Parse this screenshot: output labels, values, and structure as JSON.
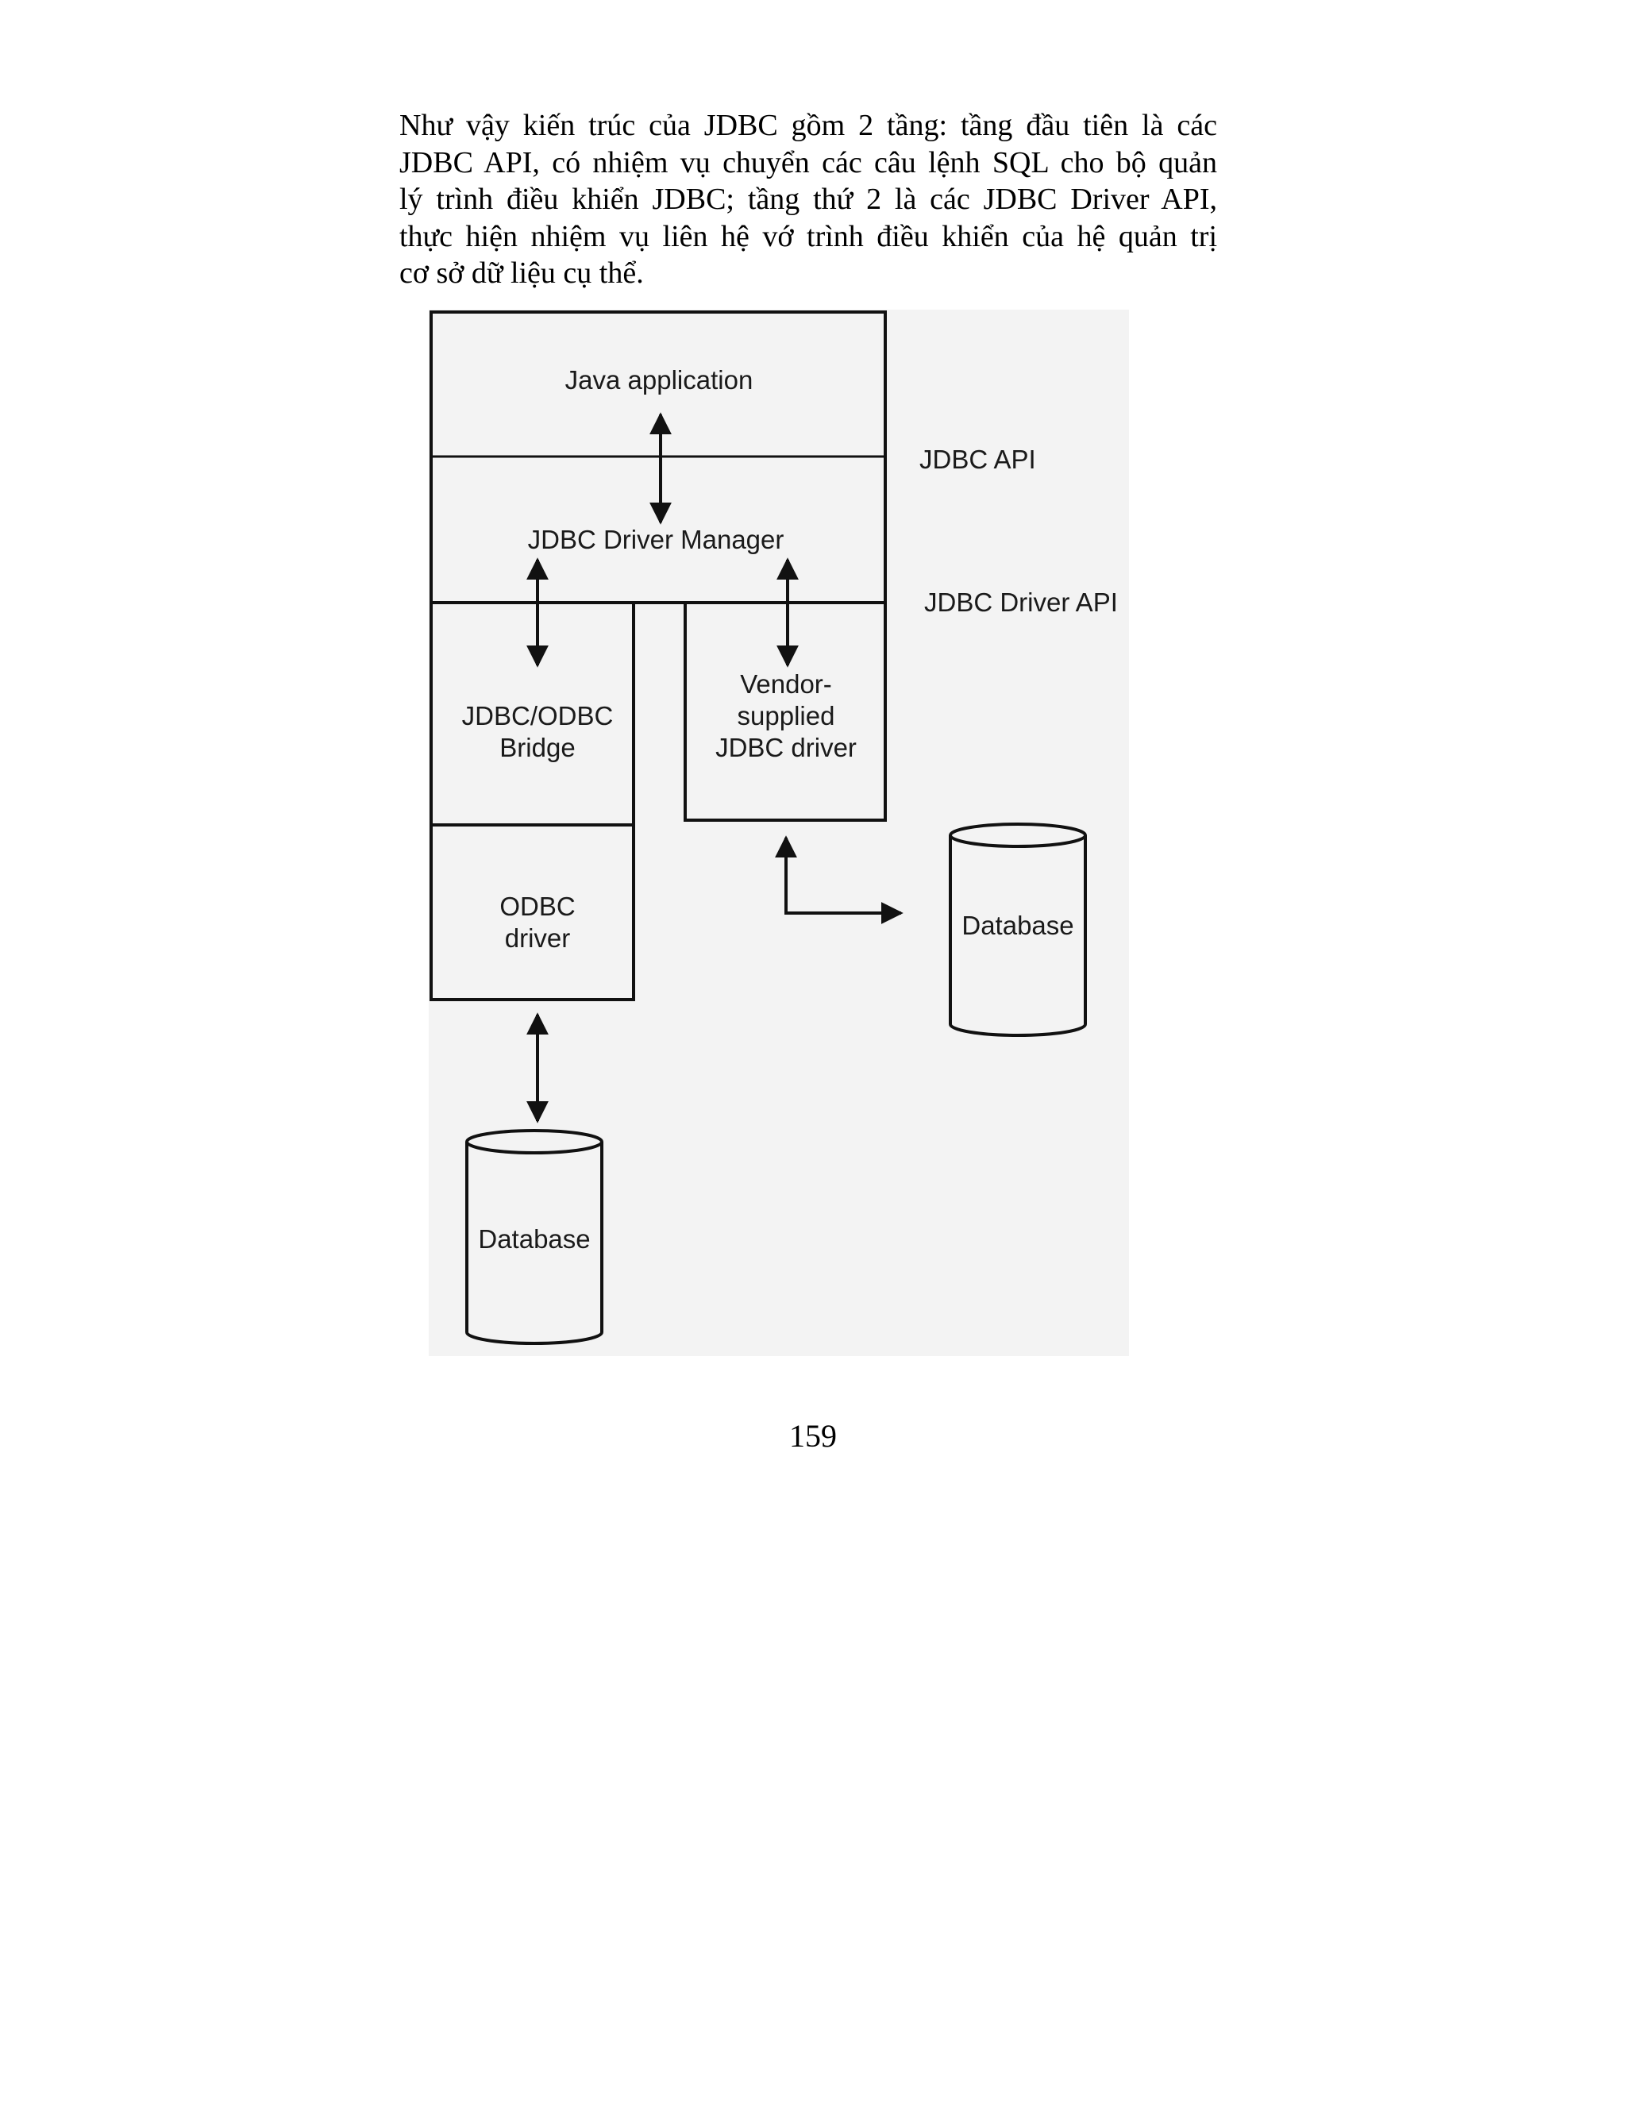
{
  "paragraph_lines": [
    "Như vậy kiến trúc của JDBC gồm 2 tầng:  tầng đầu tiên là các",
    "JDBC API, có nhiệm vụ chuyển các câu lệnh SQL cho bộ quản",
    "lý trình điều khiển JDBC; tầng thứ 2 là các JDBC Driver API,",
    "thực hiện nhiệm vụ liên hệ vớ trình điều khiển của hệ quản trị",
    "cơ sở dữ liệu cụ thể."
  ],
  "diagram": {
    "java_application": "Java application",
    "driver_manager": "JDBC Driver Manager",
    "jdbc_api_label": "JDBC API",
    "jdbc_driver_api_label": "JDBC Driver API",
    "bridge": [
      "JDBC/ODBC",
      "Bridge"
    ],
    "vendor_driver": [
      "Vendor-",
      "supplied",
      "JDBC driver"
    ],
    "odbc_driver": [
      "ODBC",
      "driver"
    ],
    "database_right": "Database",
    "database_bottom": "Database"
  },
  "page_number": "159"
}
